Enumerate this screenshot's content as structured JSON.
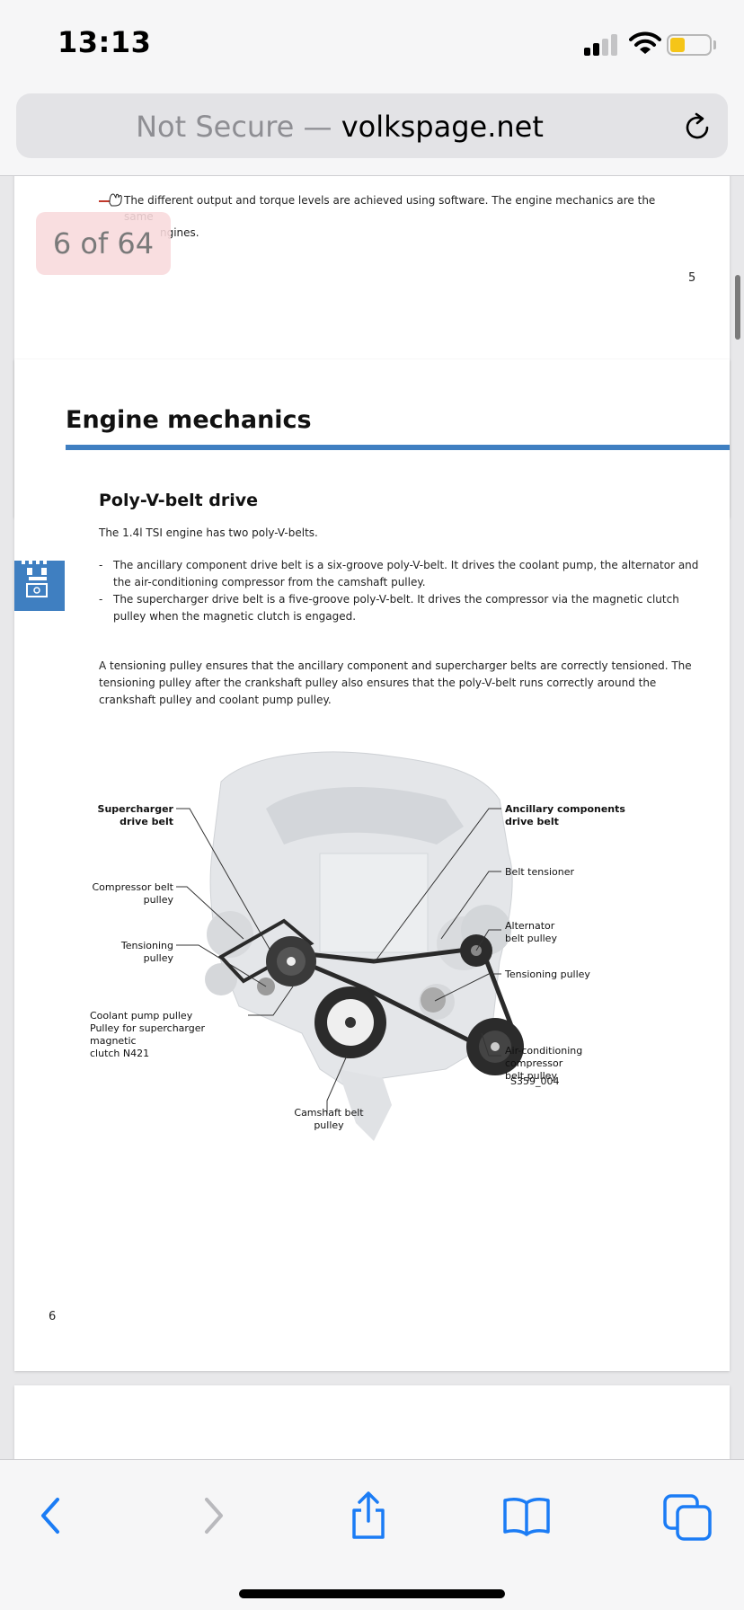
{
  "status_bar": {
    "time": "13:13",
    "battery_color": "#f5c518"
  },
  "address_bar": {
    "security_label": "Not Secure —",
    "domain": "volkspage.net",
    "reload_icon": "reload-icon"
  },
  "viewer": {
    "page_indicator": "6 of 64",
    "previous_page": {
      "note": "The different output and torque levels are achieved using software. The engine mechanics are the same",
      "note_continued": "ngines.",
      "page_number": "5"
    },
    "current_page": {
      "chapter_title": "Engine mechanics",
      "section_title": "Poly-V-belt drive",
      "intro": "The 1.4l TSI engine has two poly-V-belts.",
      "bullets": [
        "The ancillary component drive belt is a six-groove poly-V-belt. It drives the coolant pump, the alternator and the air-conditioning compressor from the camshaft pulley.",
        "The supercharger drive belt is a five-groove poly-V-belt. It drives the compressor via the magnetic clutch pulley when the magnetic clutch is engaged."
      ],
      "tension_paragraph": "A tensioning pulley ensures that the ancillary component and supercharger belts are correctly tensioned. The tensioning pulley after the crankshaft pulley also ensures that the poly-V-belt runs correctly around the crankshaft pulley and coolant pump pulley.",
      "figure": {
        "labels": {
          "supercharger_belt": [
            "Supercharger",
            "drive belt"
          ],
          "compressor_pulley": [
            "Compressor belt",
            "pulley"
          ],
          "tensioning_pulley_left": [
            "Tensioning",
            "pulley"
          ],
          "coolant_pump": [
            "Coolant pump pulley",
            "Pulley for supercharger magnetic",
            "clutch N421"
          ],
          "ancillary_belt": [
            "Ancillary components",
            "drive belt"
          ],
          "belt_tensioner": [
            "Belt tensioner"
          ],
          "alternator": [
            "Alternator",
            "belt pulley"
          ],
          "tensioning_pulley_right": [
            "Tensioning pulley"
          ],
          "ac_compressor": [
            "Air-conditioning",
            "compressor",
            "belt pulley"
          ],
          "camshaft": [
            "Camshaft belt",
            "pulley"
          ]
        },
        "code": "S359_004"
      },
      "page_number": "6"
    },
    "accent_color": "#3f7fc1"
  },
  "toolbar": {
    "icons": [
      "back-icon",
      "forward-icon",
      "share-icon",
      "bookmarks-icon",
      "tabs-icon"
    ],
    "accent_color": "#1b7cf5"
  }
}
